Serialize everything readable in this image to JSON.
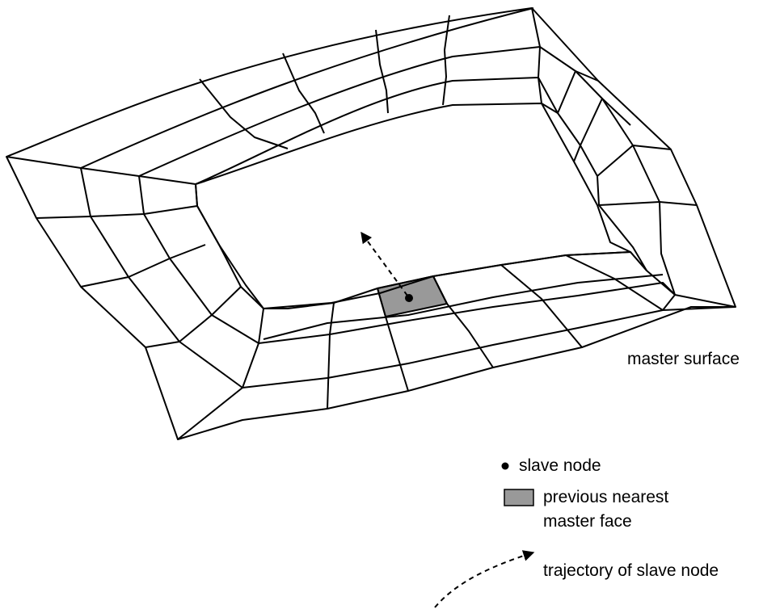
{
  "labels": {
    "surface": "master surface",
    "slave_node": "slave node",
    "face_line1": "previous nearest",
    "face_line2": "master face",
    "trajectory": "trajectory of slave node"
  },
  "legend": {
    "items": [
      {
        "icon": "filled-dot-icon",
        "label": "slave node"
      },
      {
        "icon": "gray-square-swatch-icon",
        "label": "previous nearest master face"
      },
      {
        "icon": "dashed-arrow-icon",
        "label": "trajectory of slave node"
      }
    ]
  },
  "colors": {
    "line": "#000000",
    "highlight_face": "#999999",
    "background": "#ffffff"
  }
}
